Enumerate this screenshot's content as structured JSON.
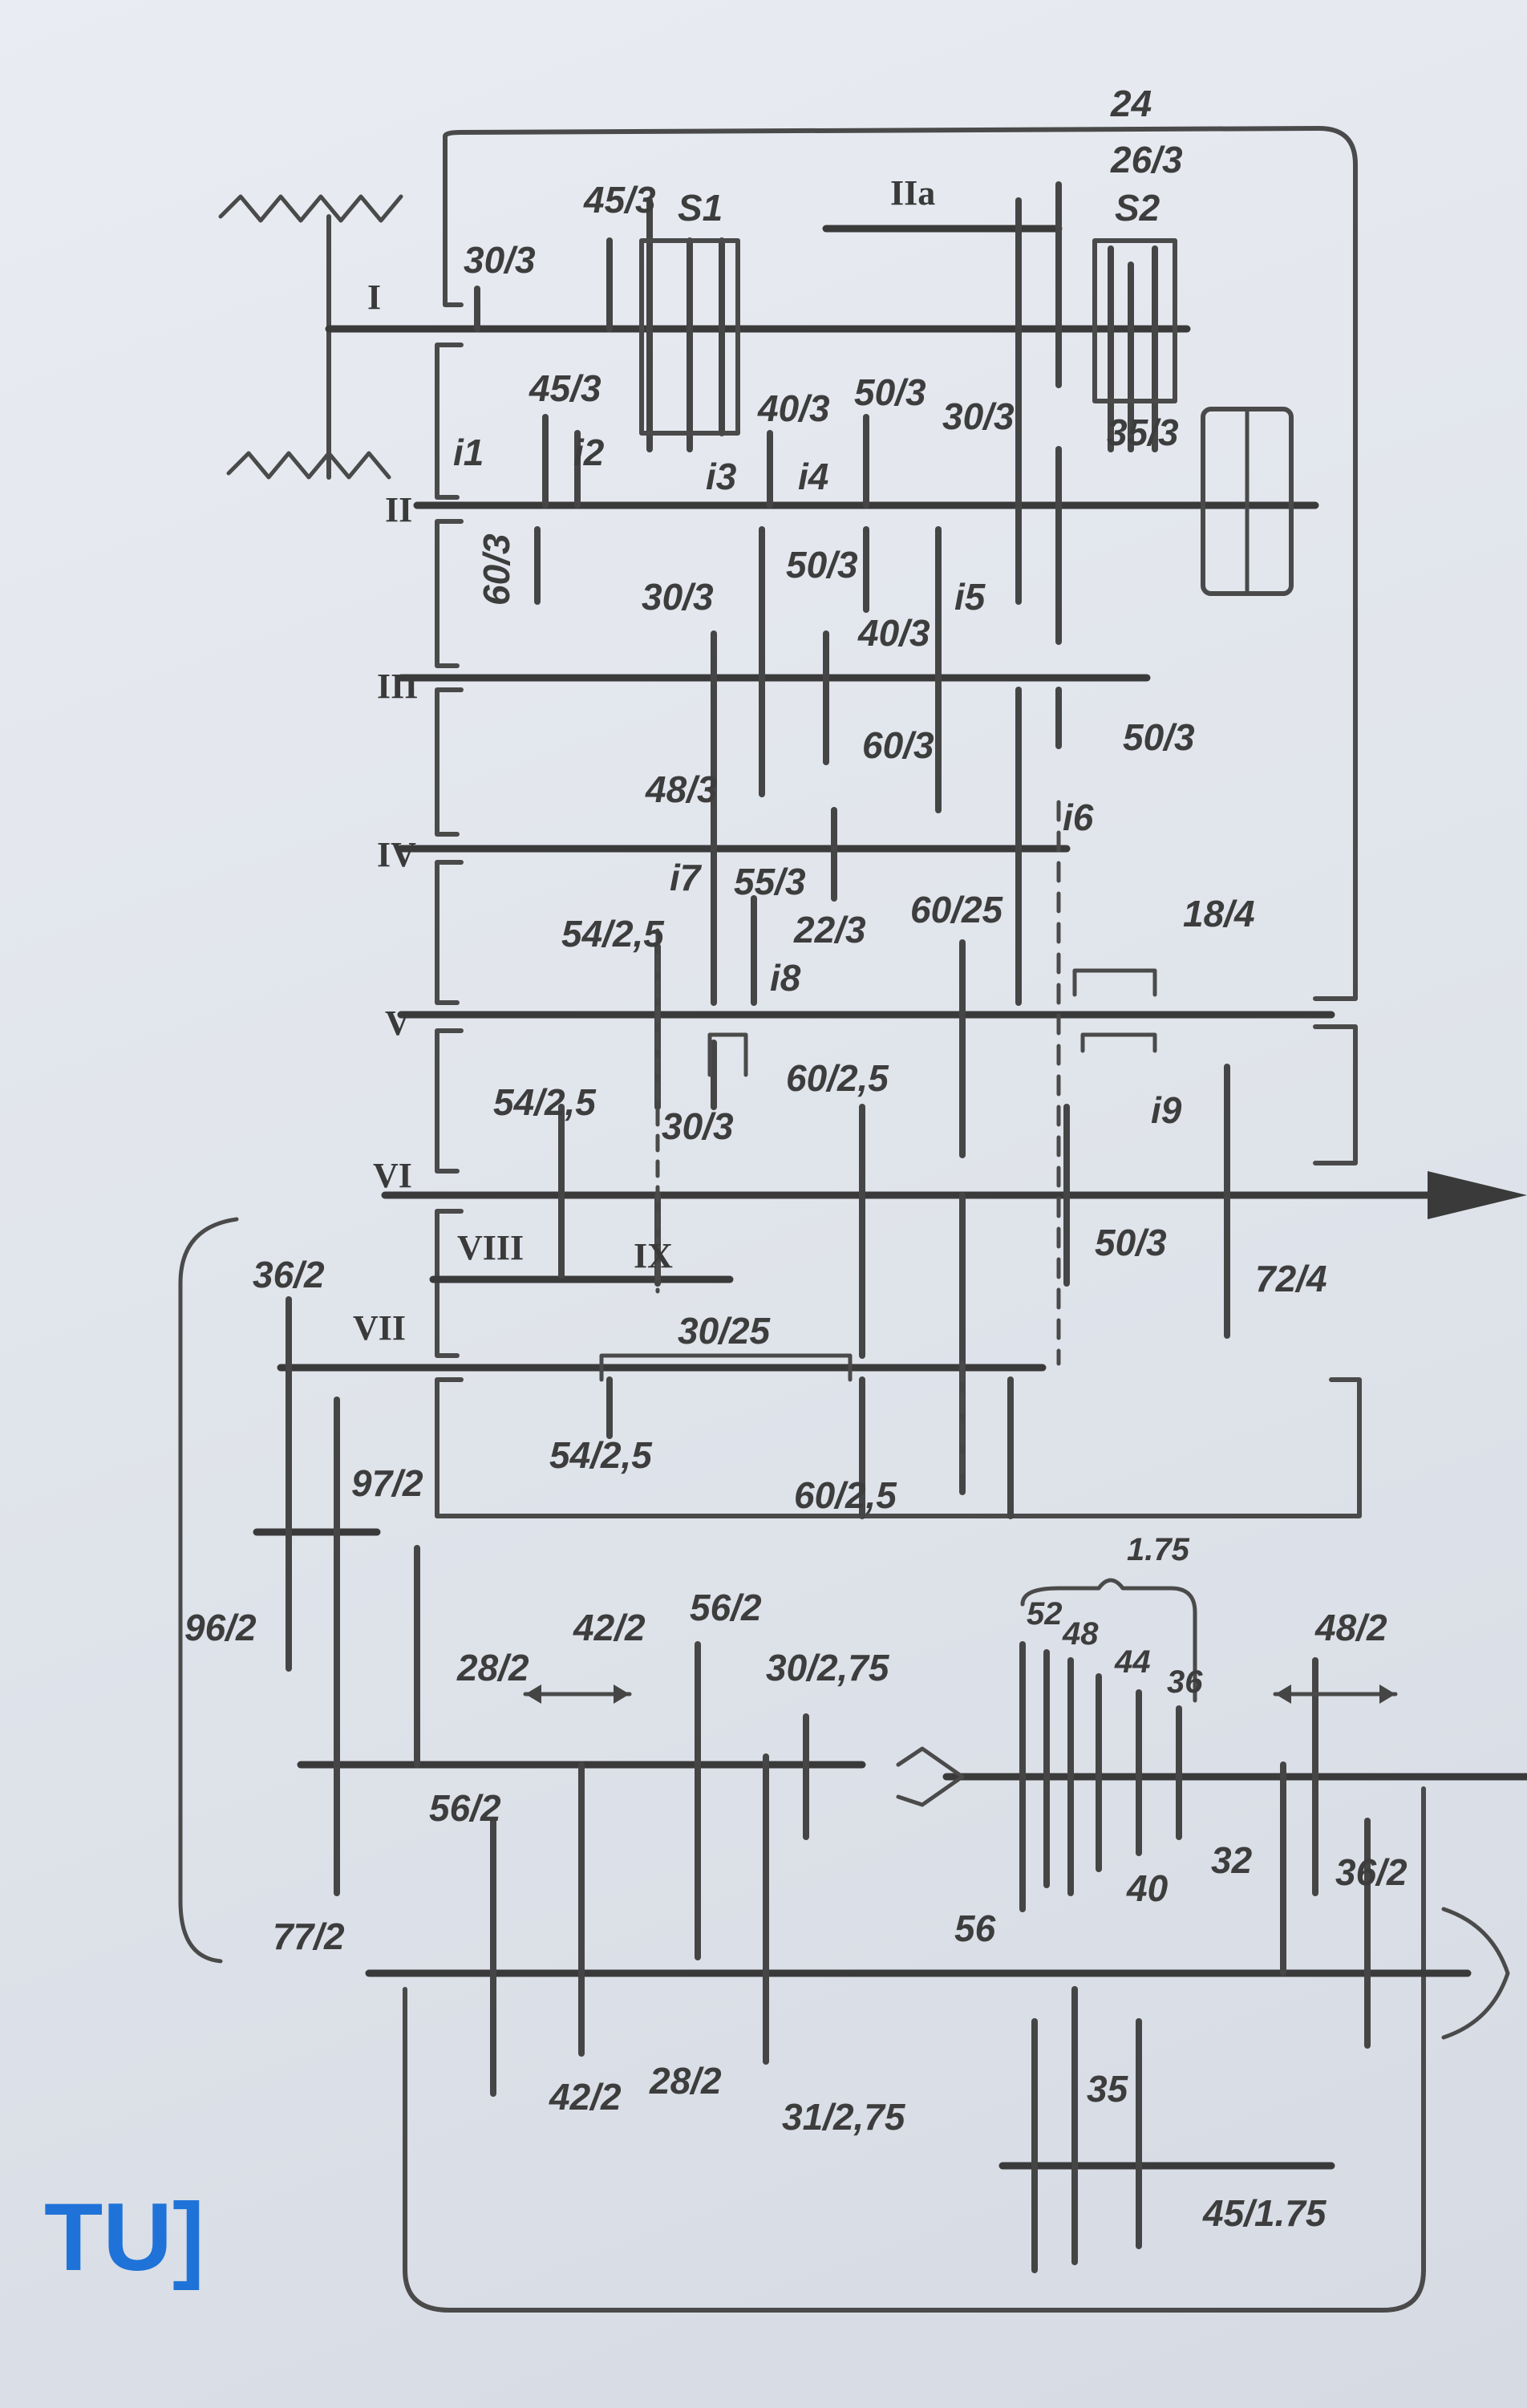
{
  "shaft_labels": {
    "I": "I",
    "IIa": "IIa",
    "II": "II",
    "III": "III",
    "IV": "IV",
    "V": "V",
    "VI": "VI",
    "VII": "VII",
    "VIII": "VIII",
    "IX": "IX"
  },
  "clutches": {
    "s1": "S1",
    "s2": "S2"
  },
  "ratios": {
    "i1": "i1",
    "i2": "i2",
    "i3": "i3",
    "i4": "i4",
    "i5": "i5",
    "i6": "i6",
    "i7": "i7",
    "i8": "i8",
    "i9": "i9"
  },
  "gear_labels": {
    "g24": "24",
    "g26_3": "26/3",
    "g45_3a": "45/3",
    "g30_3a": "30/3",
    "g45_3b": "45/3",
    "g40_3a": "40/3",
    "g50_3a": "50/3",
    "g30_3b": "30/3",
    "g35_3": "35/3",
    "g60_3a": "60/3",
    "g30_3c": "30/3",
    "g50_3b": "50/3",
    "g40_3b": "40/3",
    "g48_3": "48/3",
    "g60_3b": "60/3",
    "g50_3c": "50/3",
    "g55_3": "55/3",
    "g22_3": "22/3",
    "g60_25": "60/25",
    "g54_25a": "54/2,5",
    "g18_4": "18/4",
    "g54_25b": "54/2,5",
    "g30_3d": "30/3",
    "g60_25b": "60/2,5",
    "g50_3d": "50/3",
    "g72_4": "72/4",
    "g36_2a": "36/2",
    "g30_25": "30/25",
    "g54_25c": "54/2,5",
    "g60_25c": "60/2,5",
    "g97_2": "97/2",
    "g96_2": "96/2",
    "g28_2a": "28/2",
    "g42_2a": "42/2",
    "g56_2a": "56/2",
    "g30_275": "30/2,75",
    "g56_2b": "56/2",
    "g77_2": "77/2",
    "g42_2b": "42/2",
    "g28_2b": "28/2",
    "g31_275": "31/2,75",
    "g1_75": "1.75",
    "g52": "52",
    "g48": "48",
    "g44": "44",
    "g36": "36",
    "g40": "40",
    "g32": "32",
    "g56": "56",
    "g48_2": "48/2",
    "g36_2b": "36/2",
    "g35": "35",
    "g45_175": "45/1.75"
  },
  "annotation": "TU]",
  "colors": {
    "ink": "#3d3d3d",
    "paper": "#e4e7ee",
    "marker": "#1f73d8"
  }
}
